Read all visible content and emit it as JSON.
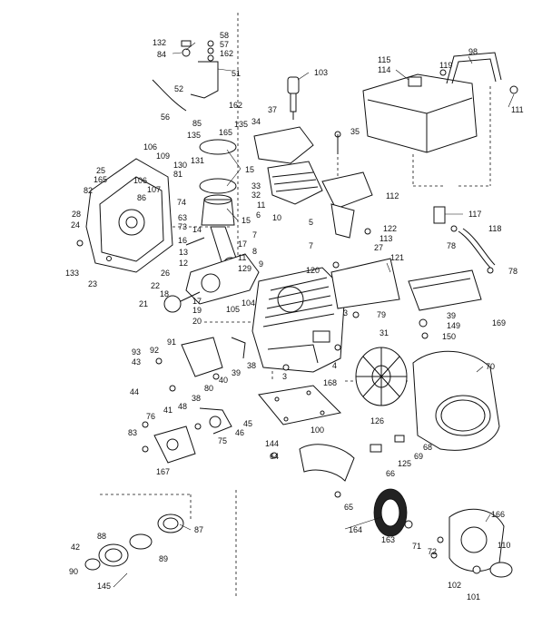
{
  "diagram": {
    "colors": {
      "ink": "#111111",
      "paper": "#ffffff"
    },
    "callouts": [
      "58",
      "57",
      "162",
      "132",
      "84",
      "51",
      "52",
      "56",
      "103",
      "98",
      "115",
      "114",
      "119",
      "111",
      "162",
      "135",
      "85",
      "135",
      "34",
      "165",
      "37",
      "35",
      "106",
      "109",
      "130",
      "131",
      "25",
      "165",
      "106",
      "81",
      "107",
      "86",
      "82",
      "74",
      "15",
      "28",
      "24",
      "63",
      "73",
      "14",
      "15",
      "33",
      "32",
      "112",
      "11",
      "6",
      "10",
      "5",
      "7",
      "7",
      "117",
      "122",
      "113",
      "27",
      "78",
      "118",
      "16",
      "17",
      "13",
      "11",
      "8",
      "12",
      "129",
      "9",
      "120",
      "121",
      "78",
      "133",
      "23",
      "26",
      "22",
      "18",
      "17",
      "19",
      "104",
      "21",
      "20",
      "105",
      "3",
      "79",
      "39",
      "149",
      "150",
      "169",
      "91",
      "92",
      "93",
      "43",
      "31",
      "39",
      "38",
      "40",
      "44",
      "41",
      "38",
      "80",
      "3",
      "168",
      "70",
      "4",
      "76",
      "48",
      "46",
      "45",
      "75",
      "83",
      "167",
      "144",
      "126",
      "100",
      "68",
      "69",
      "64",
      "125",
      "66",
      "65",
      "164",
      "163",
      "71",
      "72",
      "166",
      "110",
      "88",
      "87",
      "42",
      "89",
      "90",
      "145",
      "102",
      "101"
    ]
  }
}
